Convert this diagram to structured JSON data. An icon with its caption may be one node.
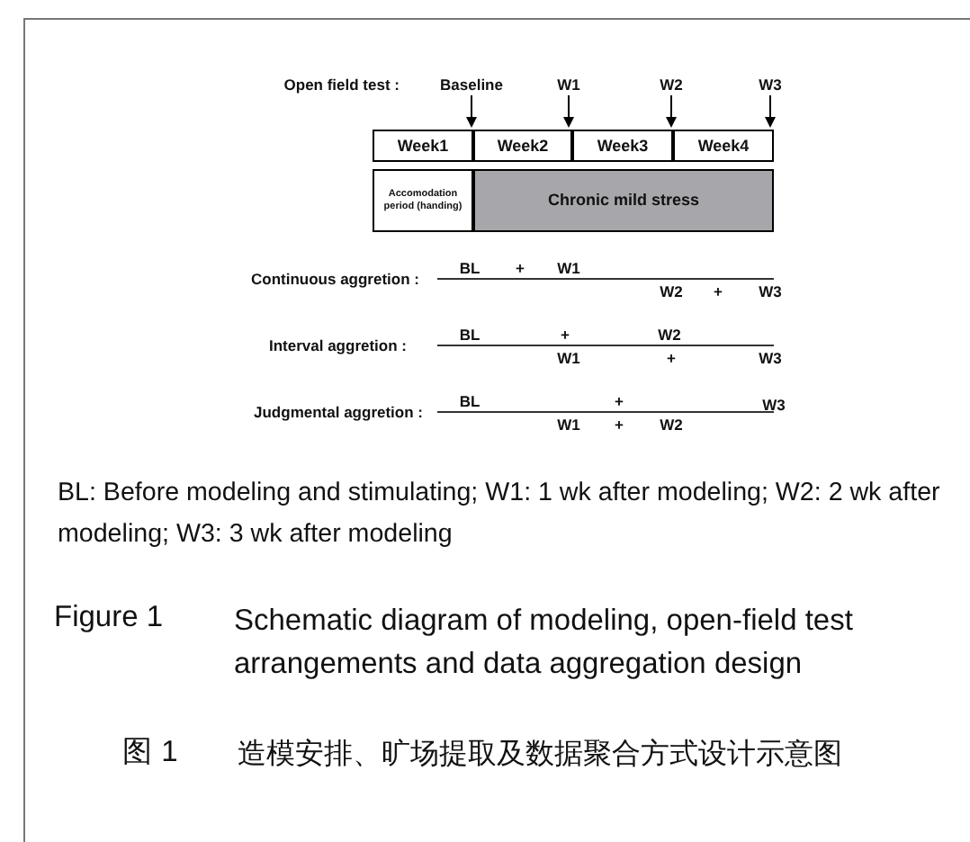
{
  "diagram": {
    "nodes": [
      {
        "text": [
          "Week1"
        ]
      },
      {
        "text": [
          "Week2"
        ]
      },
      {
        "text": [
          "Week3"
        ]
      },
      {
        "text": [
          "Week4"
        ]
      },
      {
        "text": [
          "Accomodation period (handing)"
        ]
      },
      {
        "text": [
          "Chronic mild stress"
        ]
      },
      {
        "text": [
          "Baseline"
        ]
      },
      {
        "text": [
          "W1"
        ]
      },
      {
        "text": [
          "W2"
        ]
      },
      {
        "text": [
          "W3"
        ]
      }
    ],
    "edges": [
      {
        "from": 6,
        "to": null,
        "arrow": "to"
      },
      {
        "from": 7,
        "to": null,
        "arrow": "to"
      },
      {
        "from": 8,
        "to": null,
        "arrow": "to"
      },
      {
        "from": 9,
        "to": null,
        "arrow": "to"
      }
    ],
    "labels": [
      "Open field test :",
      "Continuous aggretion :",
      "BL",
      "+",
      "W1",
      "W2",
      "+",
      "W3",
      "Interval aggretion :",
      "BL",
      "+",
      "W2",
      "W1",
      "+",
      "W3",
      "Judgmental aggretion :",
      "BL",
      "+",
      "W3",
      "W1",
      "+",
      "W2",
      "BL: Before modeling and stimulating; W1: 1 wk after modeling; W2: 2 wk after modeling; W3: 3 wk after modeling",
      "Figure 1",
      "Schematic diagram of modeling, open-field test arrangements and data aggregation design",
      "图 1",
      "造模安排、旷场提取及数据聚合方式设计示意图"
    ]
  }
}
